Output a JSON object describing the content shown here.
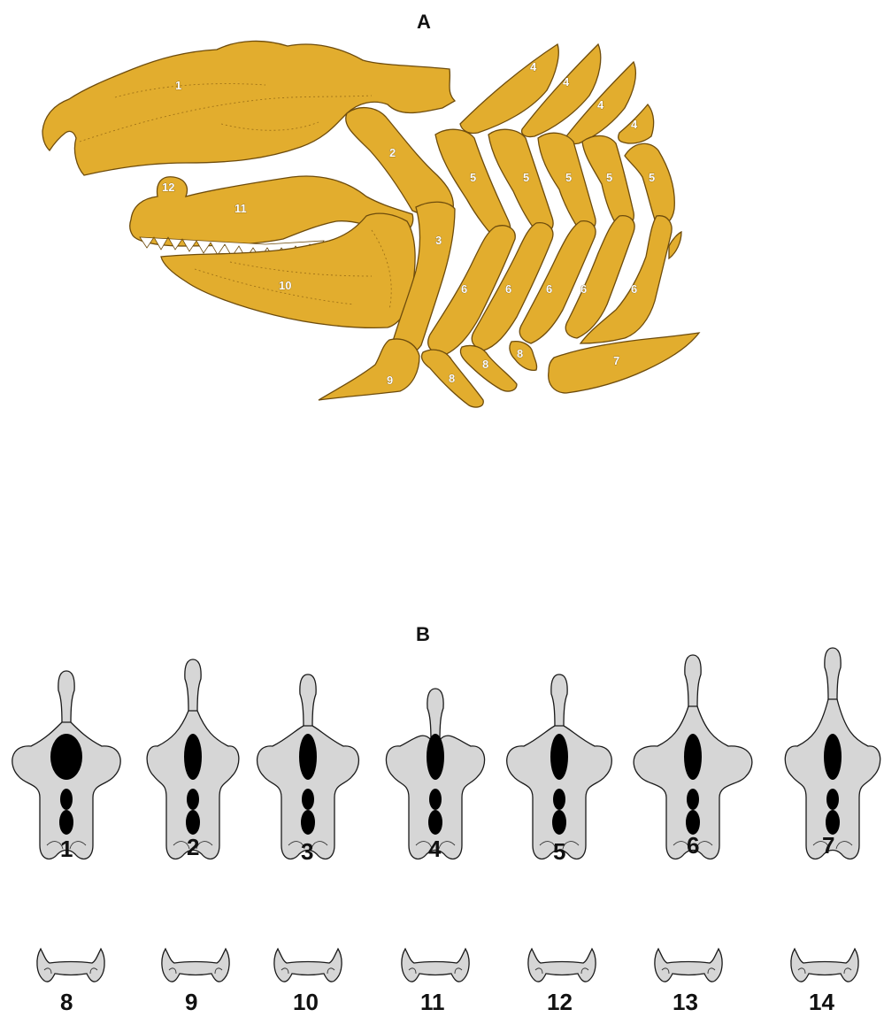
{
  "panels": {
    "a": {
      "letter": "A",
      "labels": {
        "neurocranium": "1",
        "hyomandibular": "2",
        "ceratohyal": "3",
        "pharyngobranchials": [
          "4",
          "4",
          "4",
          "4"
        ],
        "epibranchials": [
          "5",
          "5",
          "5",
          "5",
          "5"
        ],
        "ceratobranchials": [
          "6",
          "6",
          "6",
          "6",
          "6"
        ],
        "basibranchial_plate": "7",
        "hypobranchials": [
          "8",
          "8",
          "8"
        ],
        "basihyal": "9",
        "meckels_cartilage": "10",
        "palatoquadrate": "11",
        "orbital_process": "12"
      }
    },
    "b": {
      "letter": "B",
      "upper_numbers": [
        "1",
        "2",
        "3",
        "4",
        "5",
        "6",
        "7"
      ],
      "lower_numbers": [
        "8",
        "9",
        "10",
        "11",
        "12",
        "13",
        "14"
      ]
    }
  },
  "colors": {
    "bone_fill": "#e2ad2e",
    "bone_outline": "#6e4c0c",
    "cartilage_fill": "#d6d6d6",
    "fenestra": "#000000"
  }
}
